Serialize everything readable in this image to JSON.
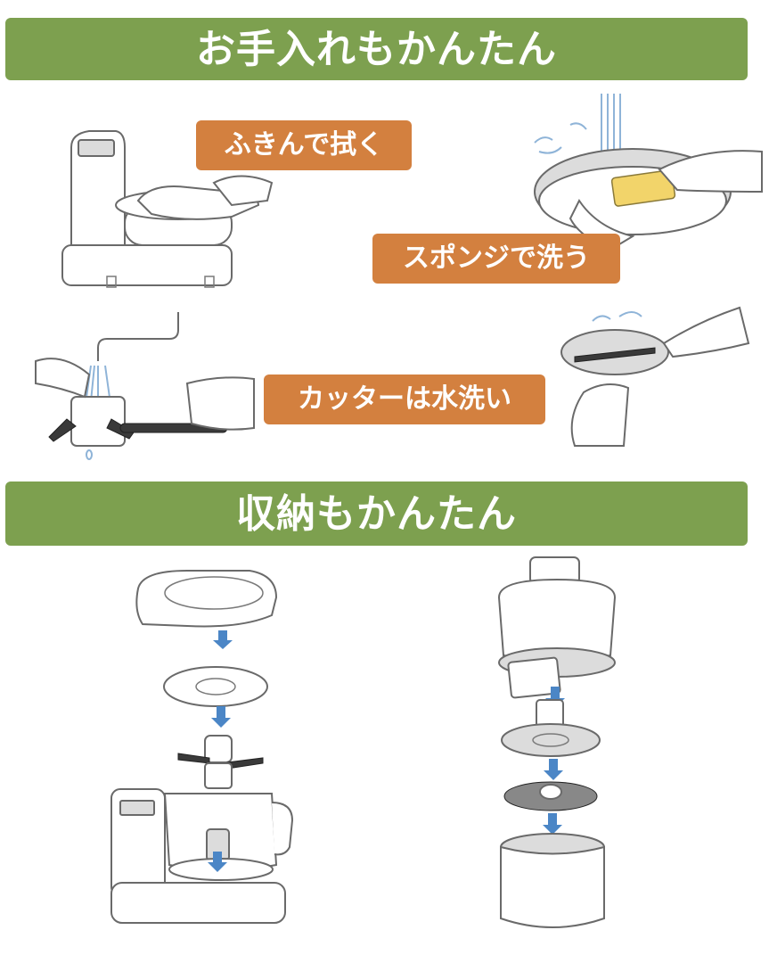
{
  "sections": {
    "care_title": "お手入れもかんたん",
    "storage_title": "収納もかんたん"
  },
  "labels": {
    "wipe": "ふきんで拭く",
    "sponge": "スポンジで洗う",
    "cutter": "カッターは水洗い"
  },
  "colors": {
    "banner": "#7da04f",
    "label": "#d3803f",
    "arrow": "#4b86c6"
  }
}
